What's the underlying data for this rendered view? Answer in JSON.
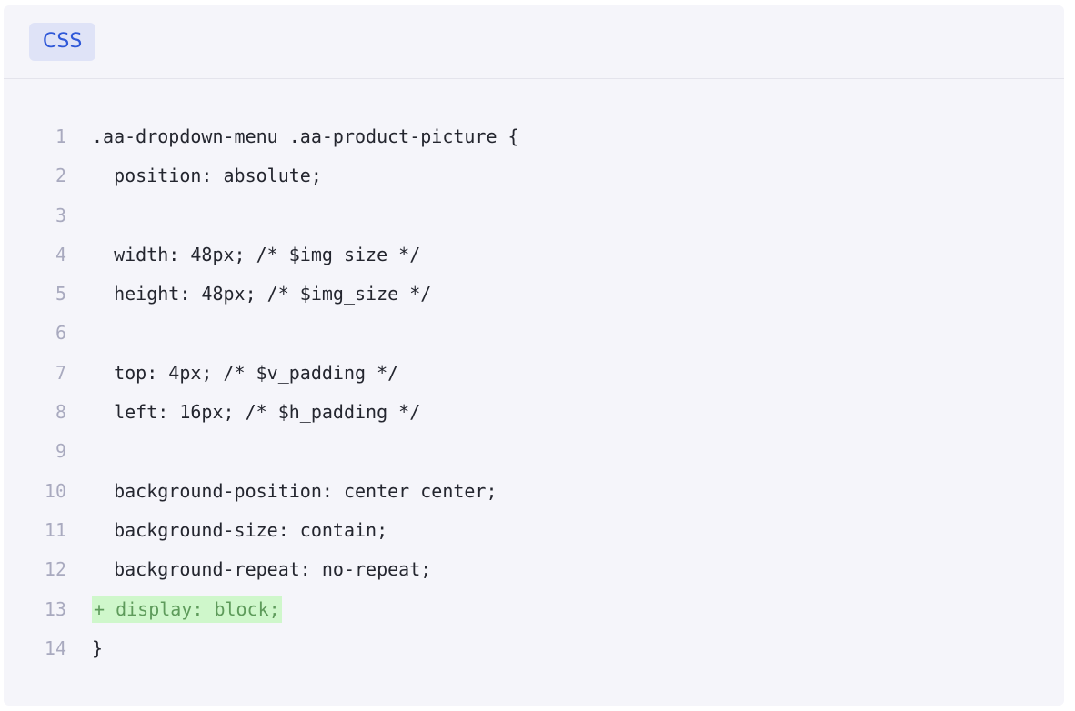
{
  "language_tab": "CSS",
  "lines": [
    {
      "number": "1",
      "text": ".aa-dropdown-menu .aa-product-picture {",
      "added": false
    },
    {
      "number": "2",
      "text": "  position: absolute;",
      "added": false
    },
    {
      "number": "3",
      "text": "",
      "added": false
    },
    {
      "number": "4",
      "text": "  width: 48px; /* $img_size */",
      "added": false
    },
    {
      "number": "5",
      "text": "  height: 48px; /* $img_size */",
      "added": false
    },
    {
      "number": "6",
      "text": "",
      "added": false
    },
    {
      "number": "7",
      "text": "  top: 4px; /* $v_padding */",
      "added": false
    },
    {
      "number": "8",
      "text": "  left: 16px; /* $h_padding */",
      "added": false
    },
    {
      "number": "9",
      "text": "",
      "added": false
    },
    {
      "number": "10",
      "text": "  background-position: center center;",
      "added": false
    },
    {
      "number": "11",
      "text": "  background-size: contain;",
      "added": false
    },
    {
      "number": "12",
      "text": "  background-repeat: no-repeat;",
      "added": false
    },
    {
      "number": "13",
      "text": "+ display: block;",
      "added": true
    },
    {
      "number": "14",
      "text": "}",
      "added": false
    }
  ],
  "colors": {
    "background": "#f5f5fa",
    "tab_background": "#dfe3f7",
    "tab_text": "#2f58d8",
    "line_number": "#a9aabf",
    "code_text": "#24262f",
    "added_background": "#cff7cb",
    "added_text": "#5e9b5b"
  }
}
